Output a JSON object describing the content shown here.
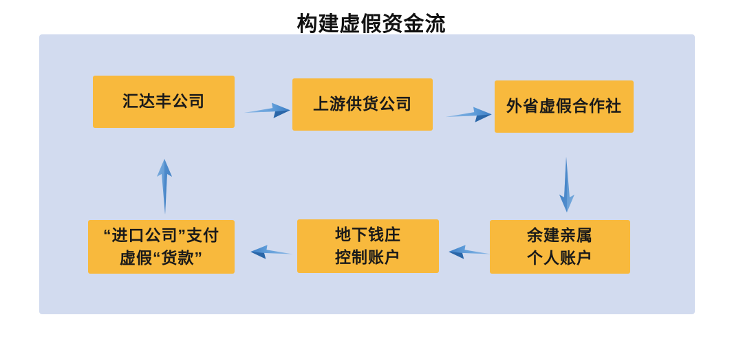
{
  "title": "构建虚假资金流",
  "flow": {
    "nodes": [
      {
        "id": "huidafeng-company",
        "line1": "汇达丰公司",
        "line2": ""
      },
      {
        "id": "upstream-supplier",
        "line1": "上游供货公司",
        "line2": ""
      },
      {
        "id": "out-province-fake-coop",
        "line1": "外省虚假合作社",
        "line2": ""
      },
      {
        "id": "import-company-payment",
        "line1": "“进口公司”支付",
        "line2": "虚假“货款”"
      },
      {
        "id": "underground-bank",
        "line1": "地下钱庄",
        "line2": "控制账户"
      },
      {
        "id": "relatives-accounts",
        "line1": "余建亲属",
        "line2": "个人账户"
      }
    ],
    "edges": [
      {
        "from": "汇达丰公司",
        "to": "上游供货公司",
        "direction": "right"
      },
      {
        "from": "上游供货公司",
        "to": "外省虚假合作社",
        "direction": "right"
      },
      {
        "from": "外省虚假合作社",
        "to": "余建亲属个人账户",
        "direction": "down"
      },
      {
        "from": "余建亲属个人账户",
        "to": "地下钱庄控制账户",
        "direction": "left"
      },
      {
        "from": "地下钱庄控制账户",
        "to": "“进口公司”支付虚假“货款”",
        "direction": "left"
      },
      {
        "from": "“进口公司”支付虚假“货款”",
        "to": "汇达丰公司",
        "direction": "up"
      }
    ],
    "colors": {
      "panel_background": "#D2DBEF",
      "node_background": "#F8B93D",
      "arrow_light": "#93BCE7",
      "arrow_dark": "#2A66A8",
      "text": "#1A1A1A"
    }
  }
}
